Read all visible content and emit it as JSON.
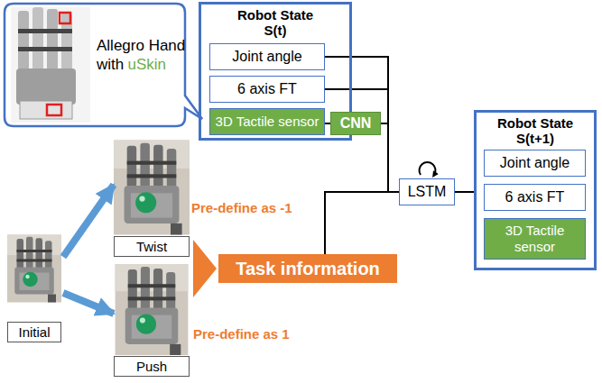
{
  "diagram": {
    "nodes": [
      {
        "text": [
          "Allegro Hand with",
          "uSkin"
        ]
      },
      {
        "text": [
          "Robot State S(t)"
        ]
      },
      {
        "text": [
          "Joint angle"
        ],
        "in": 1
      },
      {
        "text": [
          "6 axis FT"
        ],
        "in": 1
      },
      {
        "text": [
          "3D Tactile sensor"
        ],
        "in": 1
      },
      {
        "text": [
          "CNN"
        ]
      },
      {
        "text": [
          "Initial"
        ]
      },
      {
        "text": [
          "Twist"
        ]
      },
      {
        "text": [
          "Push"
        ]
      },
      {
        "text": [
          "Task information"
        ]
      },
      {
        "text": [
          "LSTM"
        ]
      },
      {
        "text": [
          "Robot State S(t+1)"
        ]
      },
      {
        "text": [
          "Joint angle"
        ],
        "in": 11
      },
      {
        "text": [
          "6 axis FT"
        ],
        "in": 11
      },
      {
        "text": [
          "3D Tactile sensor"
        ],
        "in": 11
      }
    ],
    "edges": [
      {
        "from": 2,
        "to": 10,
        "arrow": "none"
      },
      {
        "from": 3,
        "to": 10,
        "arrow": "none"
      },
      {
        "from": 4,
        "to": 5,
        "arrow": "none"
      },
      {
        "from": 5,
        "to": 10,
        "arrow": "none"
      },
      {
        "from": 9,
        "to": 10,
        "arrow": "none"
      },
      {
        "from": 10,
        "to": 11,
        "arrow": "none"
      },
      {
        "from": 6,
        "to": 7,
        "arrow": "to"
      },
      {
        "from": 6,
        "to": 8,
        "arrow": "to"
      }
    ],
    "labels": [
      "Pre-define as -1",
      "Pre-define as 1"
    ]
  }
}
